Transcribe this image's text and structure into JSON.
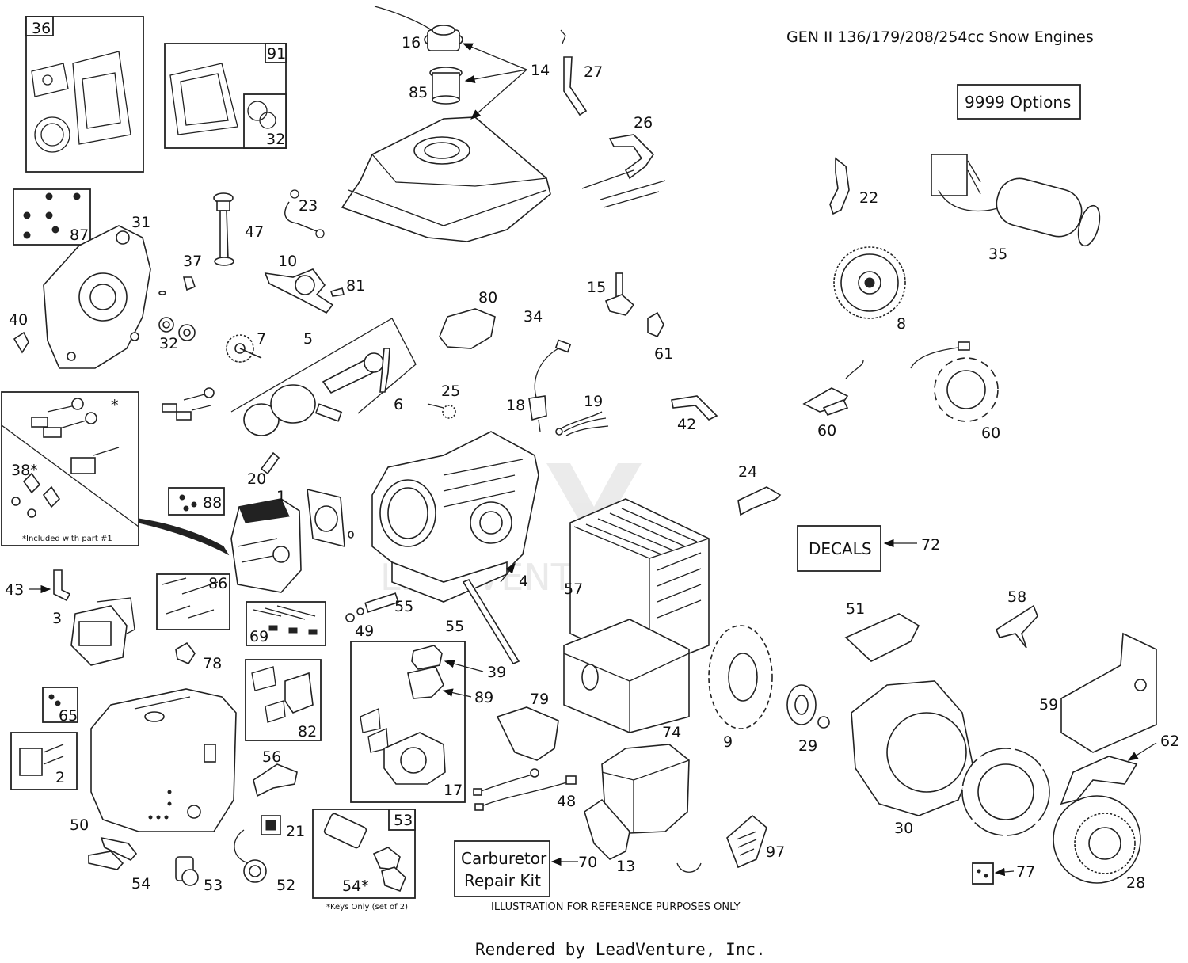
{
  "title": "GEN II 136/179/208/254cc Snow Engines",
  "options_box": "9999  Options",
  "decals_box": "DECALS",
  "carb_kit_box": [
    "Carburetor",
    "Repair Kit"
  ],
  "included_note": "*Included with part #1",
  "keys_note": "*Keys Only (set of 2)",
  "reference_note": "ILLUSTRATION FOR REFERENCE PURPOSES ONLY",
  "rendered_by": "Rendered by LeadVenture, Inc.",
  "watermark": "LEADVENTURE",
  "star": "*",
  "parts": [
    {
      "id": "p36",
      "label": "36"
    },
    {
      "id": "p91",
      "label": "91"
    },
    {
      "id": "p32a",
      "label": "32"
    },
    {
      "id": "p16",
      "label": "16"
    },
    {
      "id": "p14",
      "label": "14"
    },
    {
      "id": "p85",
      "label": "85"
    },
    {
      "id": "p27",
      "label": "27"
    },
    {
      "id": "p26",
      "label": "26"
    },
    {
      "id": "p23",
      "label": "23"
    },
    {
      "id": "p87",
      "label": "87"
    },
    {
      "id": "p31",
      "label": "31"
    },
    {
      "id": "p47",
      "label": "47"
    },
    {
      "id": "p37",
      "label": "37"
    },
    {
      "id": "p10",
      "label": "10"
    },
    {
      "id": "p81",
      "label": "81"
    },
    {
      "id": "p40",
      "label": "40"
    },
    {
      "id": "p32b",
      "label": "32"
    },
    {
      "id": "p7",
      "label": "7"
    },
    {
      "id": "p5",
      "label": "5"
    },
    {
      "id": "p6",
      "label": "6"
    },
    {
      "id": "p80",
      "label": "80"
    },
    {
      "id": "p15",
      "label": "15"
    },
    {
      "id": "p34",
      "label": "34"
    },
    {
      "id": "p61",
      "label": "61"
    },
    {
      "id": "p25",
      "label": "25"
    },
    {
      "id": "p18",
      "label": "18"
    },
    {
      "id": "p19",
      "label": "19"
    },
    {
      "id": "p42",
      "label": "42"
    },
    {
      "id": "p22",
      "label": "22"
    },
    {
      "id": "p35",
      "label": "35"
    },
    {
      "id": "p8",
      "label": "8"
    },
    {
      "id": "p60a",
      "label": "60"
    },
    {
      "id": "p60b",
      "label": "60"
    },
    {
      "id": "p38",
      "label": "38*"
    },
    {
      "id": "p20",
      "label": "20"
    },
    {
      "id": "p1",
      "label": "1"
    },
    {
      "id": "p88",
      "label": "88"
    },
    {
      "id": "p24",
      "label": "24"
    },
    {
      "id": "p72",
      "label": "72"
    },
    {
      "id": "p43",
      "label": "43"
    },
    {
      "id": "p3",
      "label": "3"
    },
    {
      "id": "p86",
      "label": "86"
    },
    {
      "id": "p4",
      "label": "4"
    },
    {
      "id": "p57",
      "label": "57"
    },
    {
      "id": "p55a",
      "label": "55"
    },
    {
      "id": "p49",
      "label": "49"
    },
    {
      "id": "p55b",
      "label": "55"
    },
    {
      "id": "p69",
      "label": "69"
    },
    {
      "id": "p78",
      "label": "78"
    },
    {
      "id": "p51",
      "label": "51"
    },
    {
      "id": "p58",
      "label": "58"
    },
    {
      "id": "p39",
      "label": "39"
    },
    {
      "id": "p89",
      "label": "89"
    },
    {
      "id": "p79",
      "label": "79"
    },
    {
      "id": "p65",
      "label": "65"
    },
    {
      "id": "p82",
      "label": "82"
    },
    {
      "id": "p74",
      "label": "74"
    },
    {
      "id": "p9",
      "label": "9"
    },
    {
      "id": "p29",
      "label": "29"
    },
    {
      "id": "p59",
      "label": "59"
    },
    {
      "id": "p62",
      "label": "62"
    },
    {
      "id": "p2",
      "label": "2"
    },
    {
      "id": "p56",
      "label": "56"
    },
    {
      "id": "p17",
      "label": "17"
    },
    {
      "id": "p48",
      "label": "48"
    },
    {
      "id": "p30",
      "label": "30"
    },
    {
      "id": "p50",
      "label": "50"
    },
    {
      "id": "p21",
      "label": "21"
    },
    {
      "id": "p53a",
      "label": "53"
    },
    {
      "id": "p13",
      "label": "13"
    },
    {
      "id": "p70",
      "label": "70"
    },
    {
      "id": "p97",
      "label": "97"
    },
    {
      "id": "p54a",
      "label": "54"
    },
    {
      "id": "p53b",
      "label": "53"
    },
    {
      "id": "p52",
      "label": "52"
    },
    {
      "id": "p54b",
      "label": "54*"
    },
    {
      "id": "p77",
      "label": "77"
    },
    {
      "id": "p28",
      "label": "28"
    }
  ]
}
